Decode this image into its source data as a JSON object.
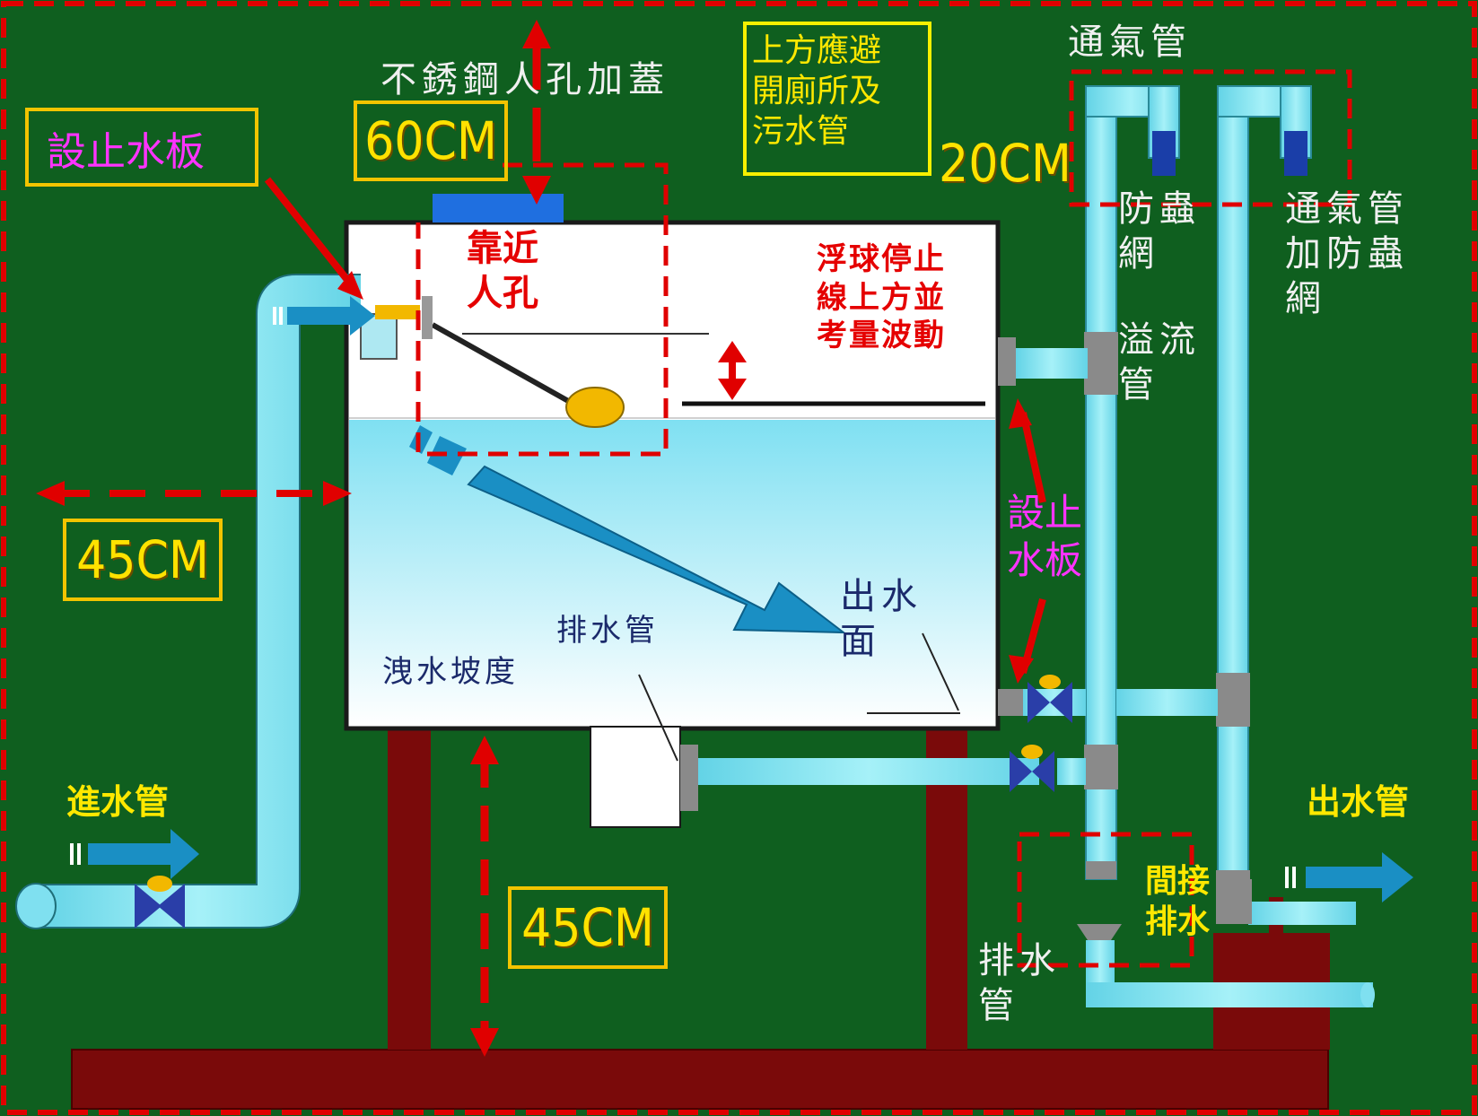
{
  "labels": {
    "manhole_cover": "不銹鋼人孔加蓋",
    "avoid_toilets": "上方應避\n開廁所及\n污水管",
    "vent_pipe_top": "通氣管",
    "stop_plate_top": "設止水板",
    "near_manhole": "靠近\n人孔",
    "float_stop": "浮球停止\n線上方並\n考量波動",
    "insect_net": "防蟲\n網",
    "vent_insect_net": "通氣管\n加防蟲\n網",
    "overflow_pipe": "溢流\n管",
    "stop_plate_right": "設止\n水板",
    "outlet_surface": "出水\n面",
    "drain_pipe_tank": "排水管",
    "drain_slope": "洩水坡度",
    "inlet_pipe": "進水管",
    "outlet_pipe": "出水管",
    "indirect_drain": "間接\n排水",
    "drain_pipe_bottom": "排水\n管"
  },
  "measurements": {
    "top_clearance": "60CM",
    "vent_clearance": "20CM",
    "side_clearance": "45CM",
    "bottom_clearance": "45CM"
  },
  "colors": {
    "background": "#0f5f1f",
    "pipe": "#80e6f0",
    "stand": "#7a0a0a",
    "water": "#9fe8f5",
    "float": "#f2b800",
    "valve": "#2a3ea8",
    "dashed_red": "#e00000",
    "flow_arrow": "#1a8fc4"
  }
}
